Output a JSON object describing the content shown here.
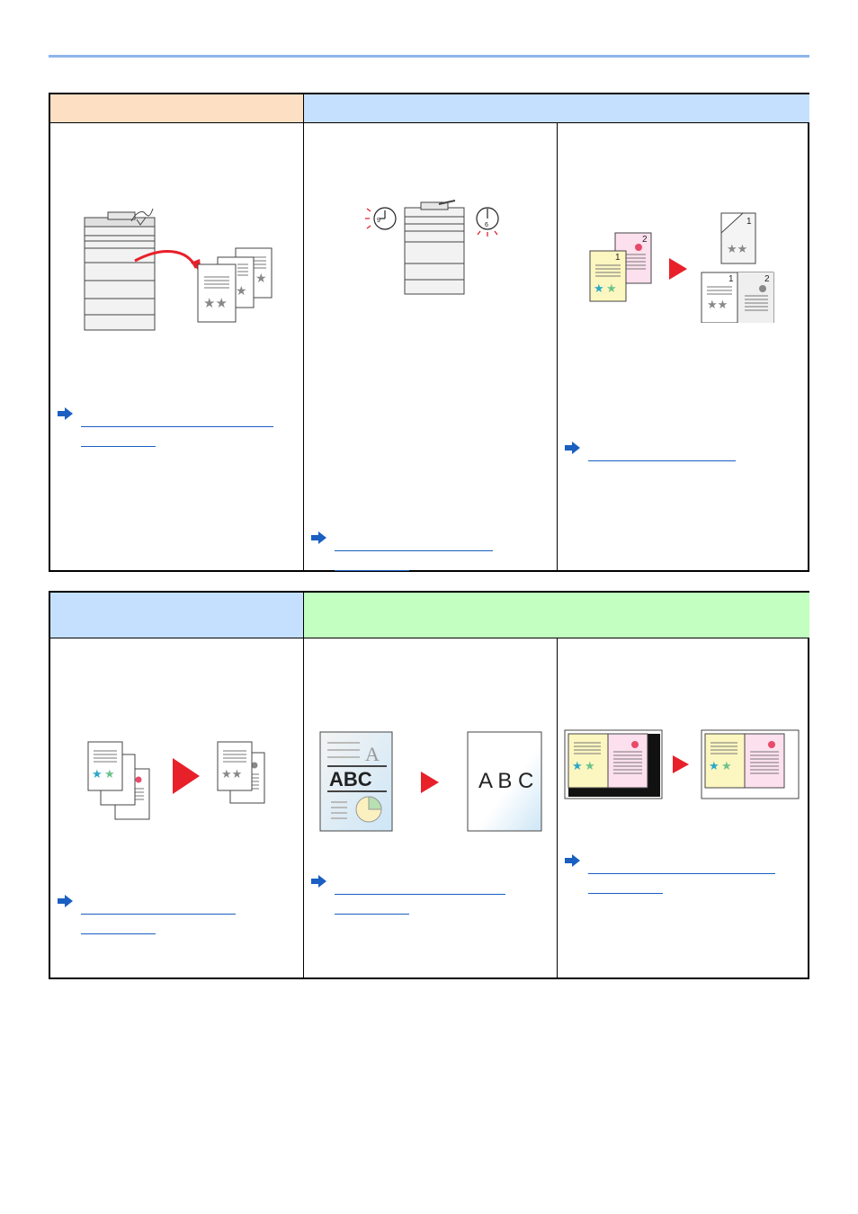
{
  "page": {
    "colors": {
      "rule": "#8eb4ea",
      "header_orange": "#fde0c4",
      "header_blue": "#c5e0ff",
      "header_green": "#c2ffc0",
      "link_blue": "#1a5fc1",
      "accent_red": "#e8202a"
    }
  },
  "panels": [
    {
      "id": "p1",
      "illustration": "printer-with-paper-pages-icon",
      "header_color": "#fde0c4"
    },
    {
      "id": "p2",
      "illustration": "printer-with-clock-icons",
      "header_color": "#c5e0ff"
    },
    {
      "id": "p3",
      "illustration": "duplex-pages-icon",
      "header_color": "#c5e0ff"
    },
    {
      "id": "p4",
      "illustration": "page-separation-icon",
      "header_color": "#c5e0ff"
    },
    {
      "id": "p5",
      "illustration": "abc-background-removal-icon",
      "header_color": "#c2ffc0"
    },
    {
      "id": "p6",
      "illustration": "border-erase-icon",
      "header_color": "#c2ffc0"
    }
  ]
}
